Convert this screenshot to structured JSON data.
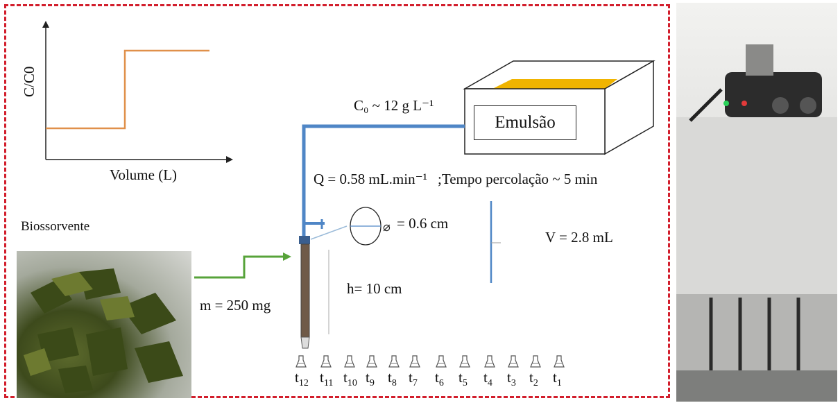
{
  "graph": {
    "y_label": "C/C0",
    "x_label": "Volume (L)"
  },
  "reservoir": {
    "label": "Emulsão",
    "concentration_label": "C₀ ~ 12 g L⁻¹"
  },
  "flow": {
    "rate_label": "Q = 0.58 mL.min⁻¹",
    "time_label": ";Tempo percolação ~ 5 min"
  },
  "column": {
    "diameter_label": "= 0.6 cm",
    "height_label": "h= 10 cm",
    "volume_label": "V = 2.8 mL",
    "mass_label": "m = 250 mg"
  },
  "biosorbent_label": "Biossorvente",
  "samples": [
    {
      "t": "t",
      "sub": "12"
    },
    {
      "t": "t",
      "sub": "11"
    },
    {
      "t": "t",
      "sub": "10"
    },
    {
      "t": "t",
      "sub": "9"
    },
    {
      "t": "t",
      "sub": "8"
    },
    {
      "t": "t",
      "sub": "7"
    },
    {
      "t": "t",
      "sub": "6"
    },
    {
      "t": "t",
      "sub": "5"
    },
    {
      "t": "t",
      "sub": "4"
    },
    {
      "t": "t",
      "sub": "3"
    },
    {
      "t": "t",
      "sub": "2"
    },
    {
      "t": "t",
      "sub": "1"
    }
  ],
  "colors": {
    "frame": "#d21e2c",
    "tube": "#4f86c6",
    "feed_arrow": "#57a33a",
    "curve": "#e0904a",
    "fluid": "#f0b400"
  }
}
